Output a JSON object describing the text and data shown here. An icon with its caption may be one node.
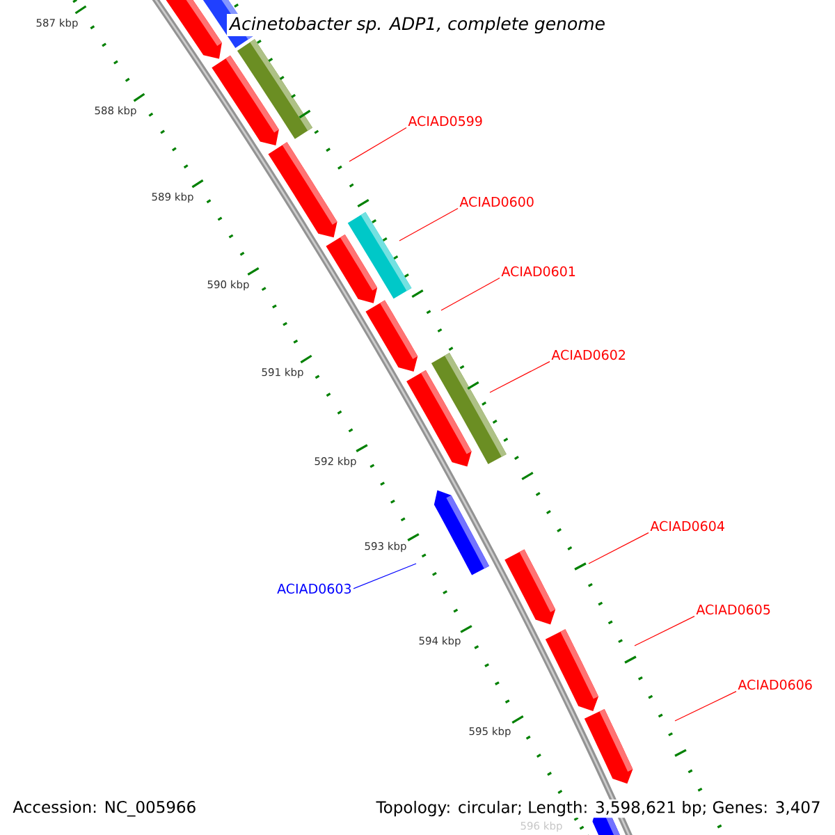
{
  "diagram": {
    "title": "Acinetobacter sp. ADP1, complete genome",
    "nodes": [
      {
        "text": [
          "ACIAD0599"
        ]
      },
      {
        "text": [
          "ACIAD0600"
        ]
      },
      {
        "text": [
          "ACIAD0601"
        ]
      },
      {
        "text": [
          "ACIAD0602"
        ]
      },
      {
        "text": [
          "ACIAD0604"
        ]
      },
      {
        "text": [
          "ACIAD0603"
        ]
      },
      {
        "text": [
          "ACIAD0605"
        ]
      },
      {
        "text": [
          "ACIAD0606"
        ]
      }
    ],
    "edges": [
      {
        "from": 0,
        "to": null,
        "arrow": "none"
      },
      {
        "from": 1,
        "to": null,
        "arrow": "none"
      },
      {
        "from": 2,
        "to": null,
        "arrow": "none"
      },
      {
        "from": 3,
        "to": null,
        "arrow": "none"
      },
      {
        "from": 4,
        "to": null,
        "arrow": "none"
      },
      {
        "from": 5,
        "to": null,
        "arrow": "none",
        "color": "#0000ff"
      },
      {
        "from": 6,
        "to": null,
        "arrow": "none"
      },
      {
        "from": 7,
        "to": null,
        "arrow": "none"
      }
    ],
    "labels": [
      "587 kbp",
      "588 kbp",
      "589 kbp",
      "590 kbp",
      "591 kbp",
      "592 kbp",
      "593 kbp",
      "594 kbp",
      "595 kbp",
      "596 kbp",
      "Accession: NC_005966",
      "Topology: circular; Length: 3,598,621 bp; Genes: 3,407"
    ]
  }
}
